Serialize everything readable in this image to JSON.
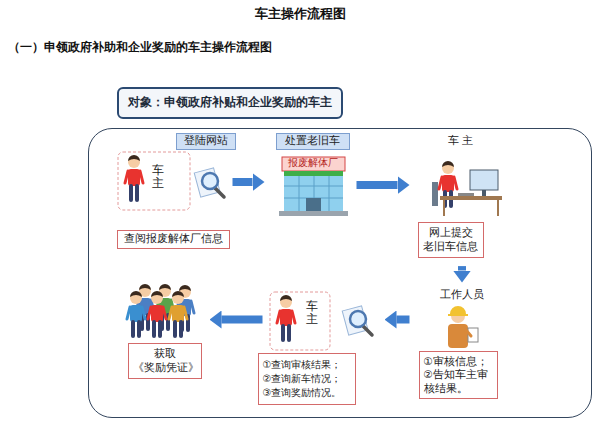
{
  "diagram": {
    "title": "车主操作流程图",
    "nodes": [
      {
        "text": [
          "对象：申领政府补贴和企业奖励的车主"
        ]
      },
      {
        "text": [
          "登陆网站"
        ],
        "in": 0
      },
      {
        "text": [
          "处置老旧车"
        ],
        "in": 0
      },
      {
        "text": [
          "车主"
        ],
        "in": 0
      },
      {
        "text": [
          "报废解体厂"
        ],
        "in": 0
      },
      {
        "text": [
          "车 主",
          "网上提交 老旧车信息"
        ],
        "in": 0
      },
      {
        "text": [
          "查阅报废解体厂信息"
        ],
        "in": 0
      },
      {
        "text": [
          "工作人员",
          "①审核信息； ②告知车主审核结果。"
        ],
        "in": 0
      },
      {
        "text": [
          "车主"
        ],
        "in": 0
      },
      {
        "text": [
          "①查询审核结果； ②查询新车情况； ③查询奖励情况。"
        ],
        "in": 0
      },
      {
        "text": [
          "获取 《奖励凭证》"
        ],
        "in": 0
      }
    ],
    "edges": [
      {
        "from": 3,
        "to": 4,
        "arrow": "to"
      },
      {
        "from": 4,
        "to": 5,
        "arrow": "to"
      },
      {
        "from": 5,
        "to": 7,
        "arrow": "to"
      },
      {
        "from": 7,
        "to": 8,
        "arrow": "to"
      },
      {
        "from": 8,
        "to": 10,
        "arrow": "to"
      }
    ],
    "labels": [
      "（一）申领政府补助和企业奖励的车主操作流程图"
    ]
  }
}
